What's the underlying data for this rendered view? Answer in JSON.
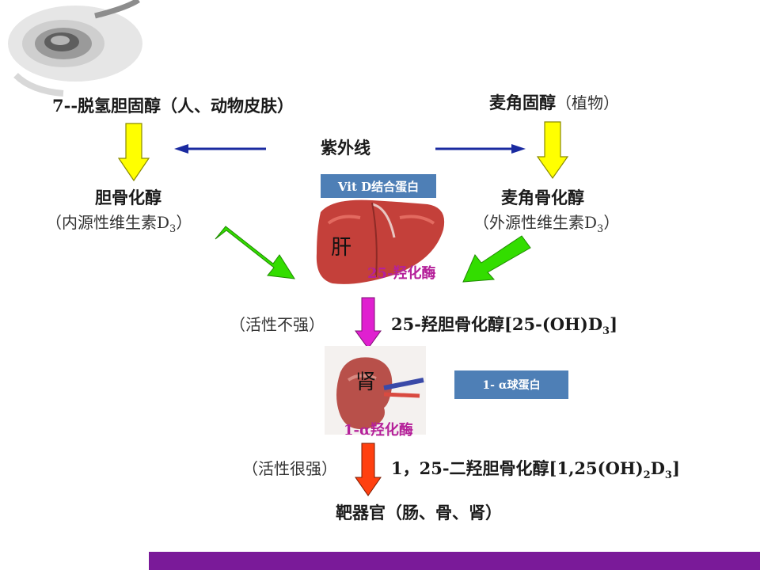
{
  "left_source": {
    "main": "7--脱氢胆固醇",
    "paren": "（人、动物皮肤）"
  },
  "right_source": {
    "main": "麦角固醇",
    "paren": "（植物）"
  },
  "uv_label": "紫外线",
  "left_product": {
    "title": "胆骨化醇",
    "paren_open": "（内源性维生素D",
    "sub": "3",
    "paren_close": "）"
  },
  "right_product": {
    "title": "麦角骨化醇",
    "paren_open": "（外源性维生素D",
    "sub": "3",
    "paren_close": "）"
  },
  "liver": {
    "badge": "Vit D结合蛋白",
    "organ_label": "肝",
    "enzyme": "25-羟化酶"
  },
  "step1": {
    "activity": "（活性不强）",
    "product_main": "25-羟胆骨化醇[25-(OH)D",
    "product_sub": "3",
    "product_close": "]"
  },
  "kidney": {
    "organ_label": "肾",
    "badge": "1- α球蛋白",
    "enzyme": "1-α羟化酶"
  },
  "step2": {
    "activity": "（活性很强）",
    "p1": "1，25-二羟胆骨化醇[1,25(OH)",
    "sub1": "2",
    "p2": "D",
    "sub2": "3",
    "p3": "]"
  },
  "target": "靶器官（肠、骨、肾）",
  "colors": {
    "yellow_arrow": "#ffff00",
    "green_arrow": "#33dd00",
    "magenta_arrow": "#e020d0",
    "red_arrow": "#ff4010",
    "blue_arrow": "#1a2aa0",
    "badge": "#4e7fb6",
    "bar": "#7a1a99"
  }
}
